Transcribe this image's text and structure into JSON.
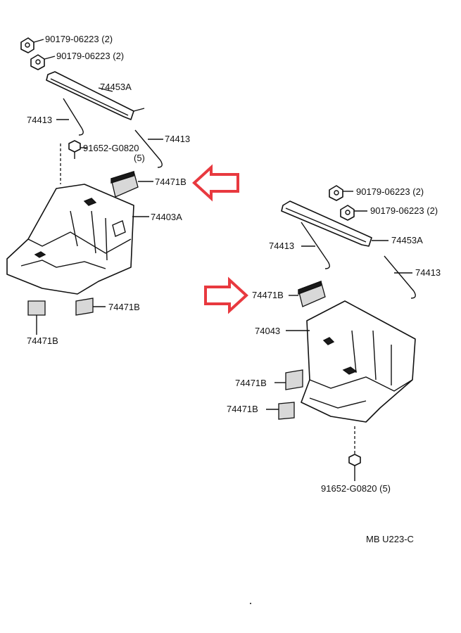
{
  "labels": {
    "nut_top_a": "90179-06223 (2)",
    "nut_top_b": "90179-06223 (2)",
    "clamp_left": "74453A",
    "rod_left_a": "74413",
    "rod_left_b": "74413",
    "bolt_left": "91652-G0820",
    "bolt_left_qty": "(5)",
    "pad_left_top": "74471B",
    "tray_left": "74403A",
    "pad_left_side": "74471B",
    "pad_left_bottom": "74471B",
    "nut_right_a": "90179-06223 (2)",
    "nut_right_b": "90179-06223 (2)",
    "rod_right_a": "74413",
    "clamp_right": "74453A",
    "rod_right_b": "74413",
    "pad_right_top": "74471B",
    "tray_right": "74043",
    "pad_right_a": "74471B",
    "pad_right_b": "74471B",
    "bolt_right": "91652-G0820 (5)",
    "diagram_code": "MB U223-C"
  },
  "colors": {
    "highlight_arrow": "#e8393f",
    "line": "#111111"
  },
  "icons": [
    "highlight-arrow-left",
    "highlight-arrow-right"
  ]
}
